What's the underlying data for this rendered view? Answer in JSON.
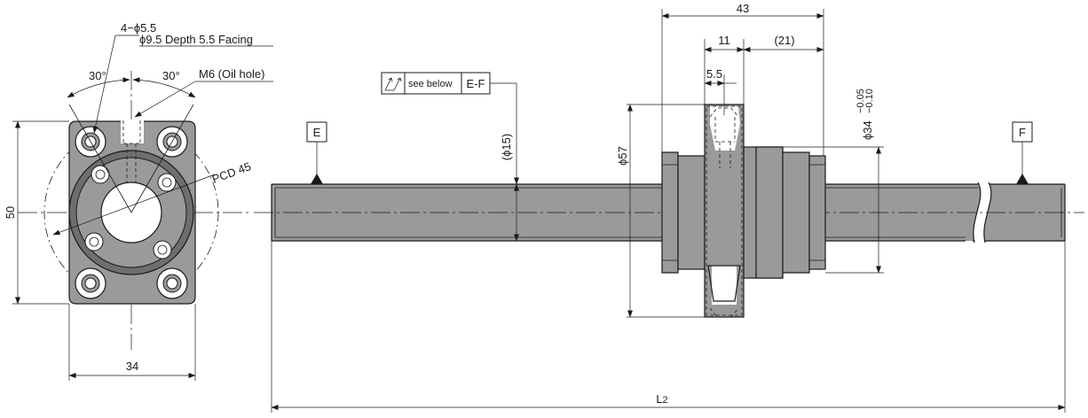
{
  "front_view": {
    "hole_count_label": "4−ϕ5.5",
    "facing_label": "ϕ9.5 Depth 5.5 Facing",
    "angle_left": "30°",
    "angle_right": "30°",
    "oil_hole_label": "M6 (Oil hole)",
    "pcd_label": "PCD 45",
    "height_dim": "50",
    "width_dim": "34"
  },
  "side_view": {
    "section_mark_left": "E",
    "section_mark_right": "F",
    "section_note": "see below",
    "section_ref": "E-F",
    "shaft_dia": "(ϕ15)",
    "flange_dia": "ϕ57",
    "nut_dia": "ϕ34",
    "nut_tol_upper": "−0.05",
    "nut_tol_lower": "−0.10",
    "overall_length_dim": "43",
    "flange_width_dim": "11",
    "nut_body_dim": "(21)",
    "oil_hole_offset_dim": "5.5",
    "length_label": "L",
    "length_sub": "2"
  }
}
